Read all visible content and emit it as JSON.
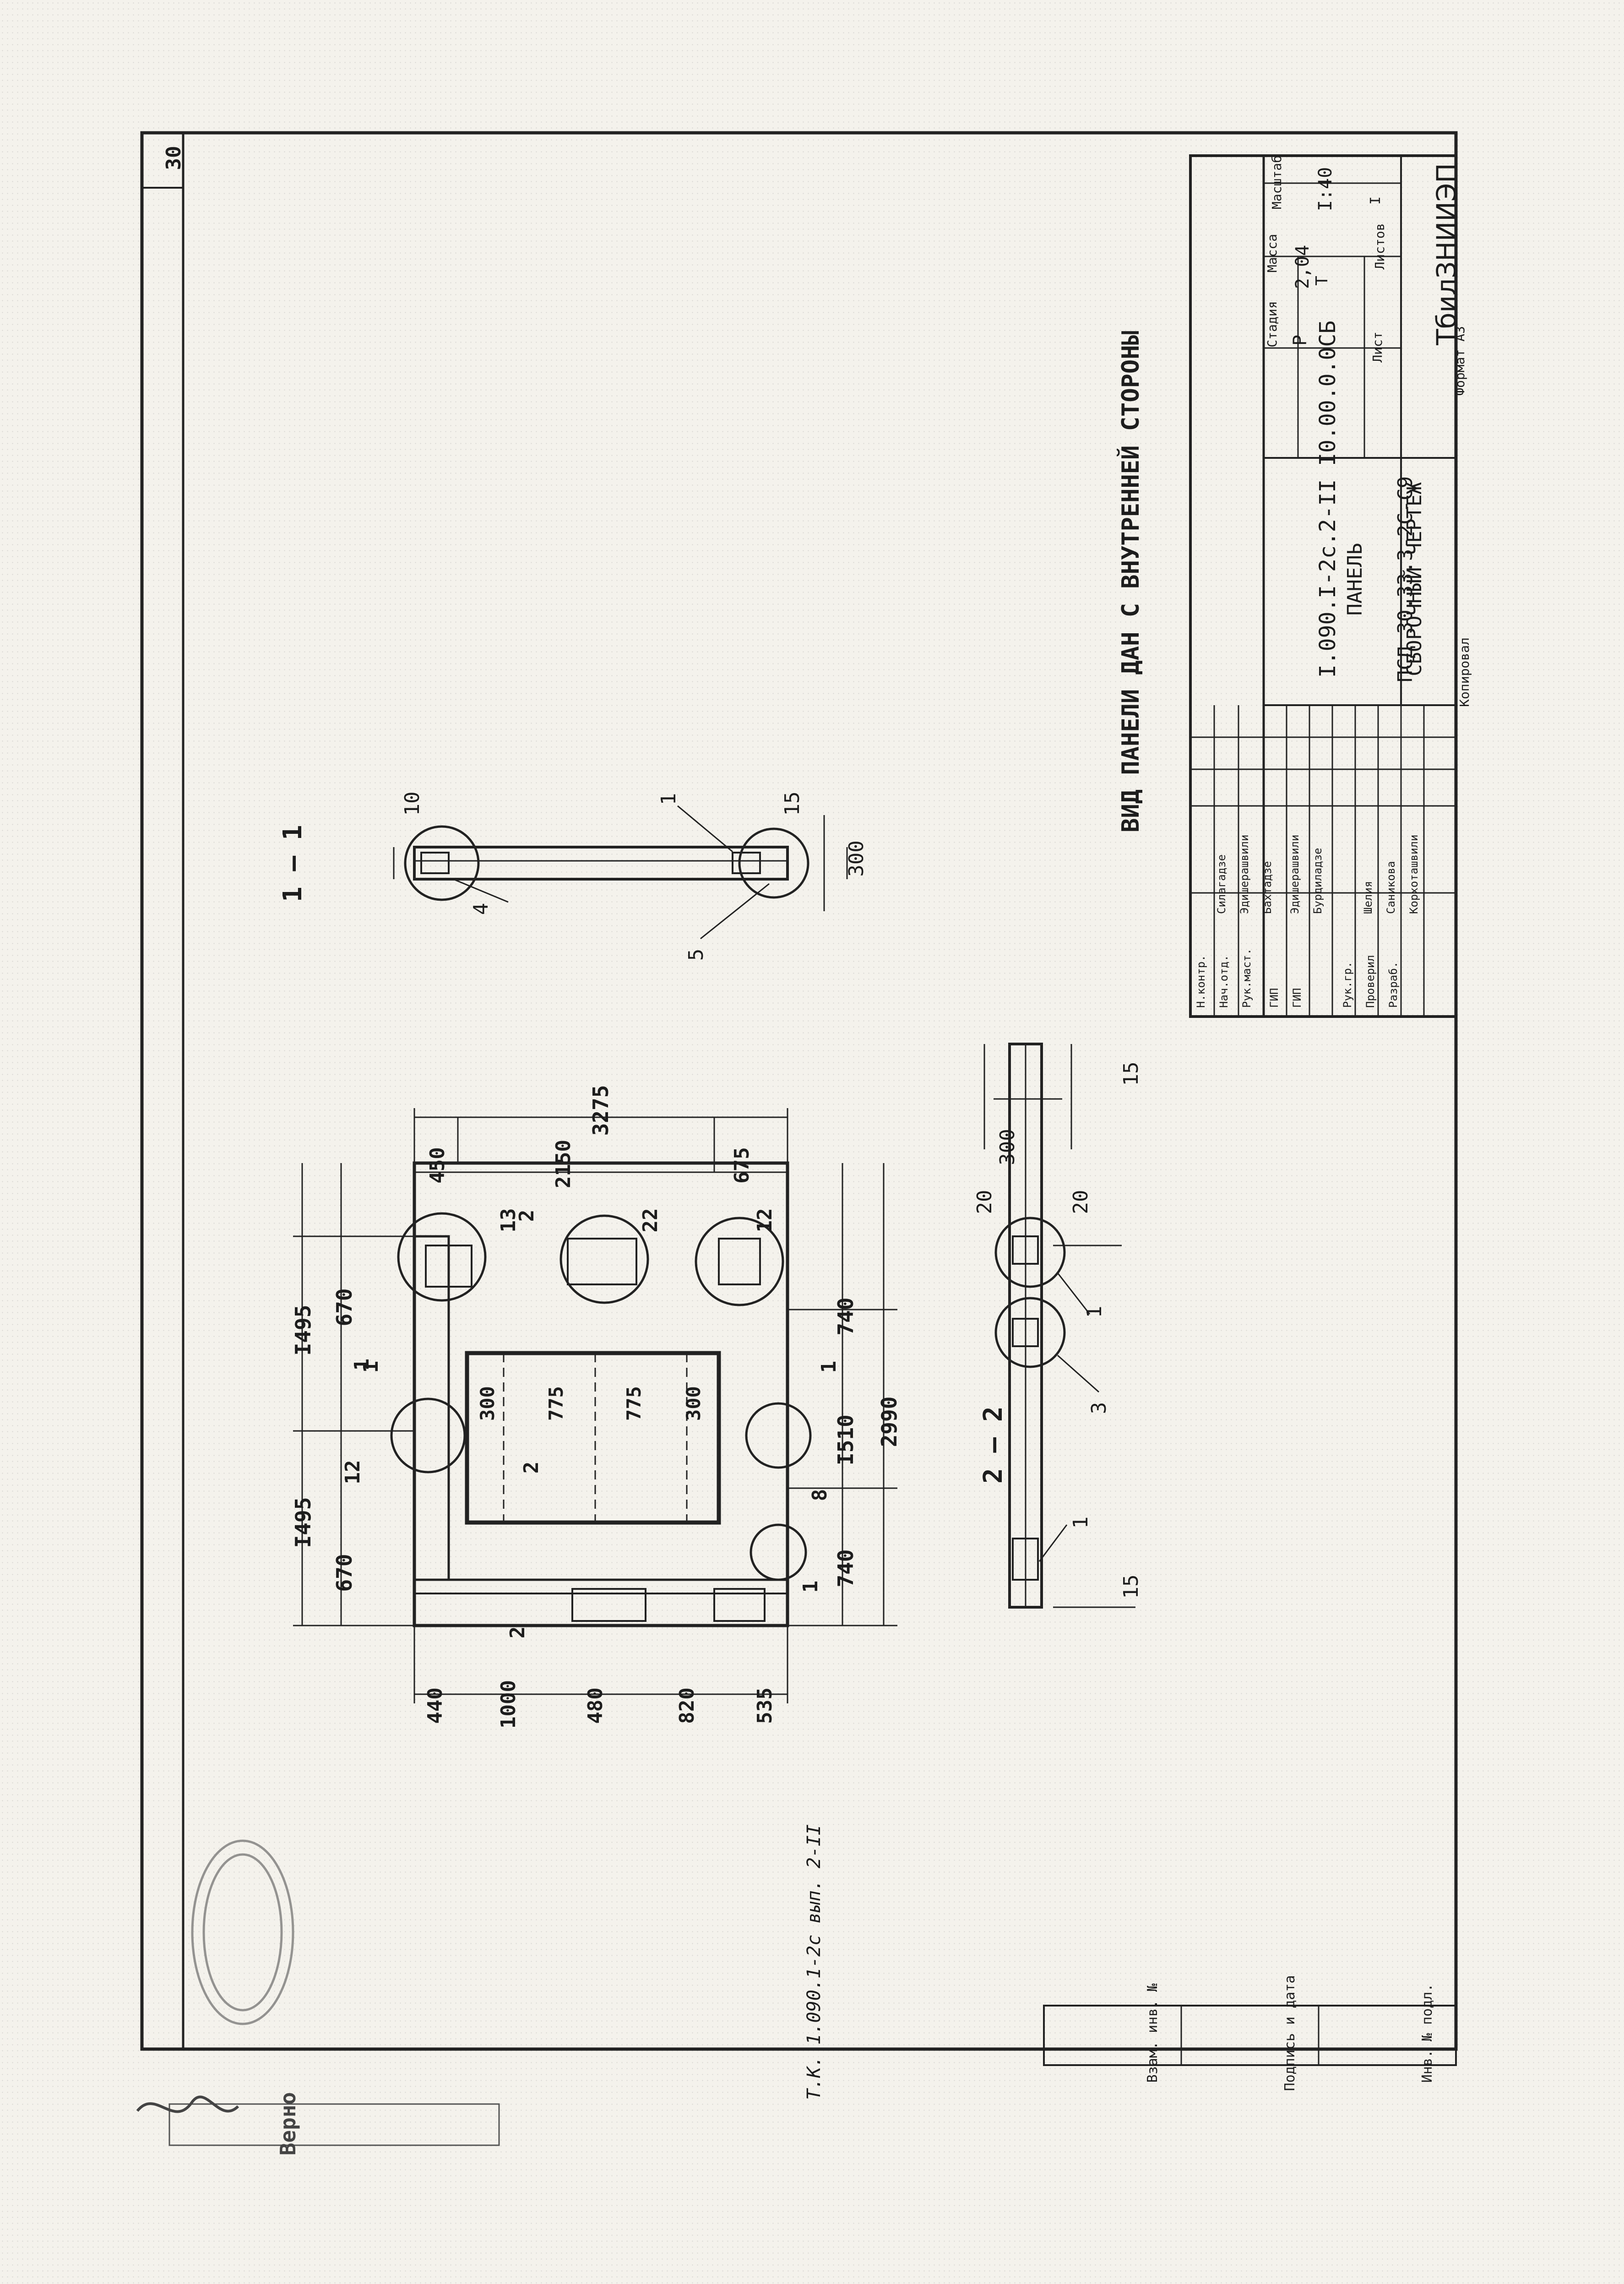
{
  "sheet_number": "30",
  "view_caption": "ВИД ПАНЕЛИ ДАН С ВНУТРЕННЕЙ СТОРОНЫ",
  "section_1": {
    "title": "1 – 1",
    "callouts": [
      "4",
      "5",
      "1"
    ],
    "dims": [
      "10",
      "15",
      "300"
    ]
  },
  "section_2": {
    "title": "2 – 2",
    "callouts": [
      "1",
      "3",
      "1"
    ],
    "dims": [
      "15",
      "15",
      "20",
      "20",
      "300"
    ]
  },
  "front_view": {
    "top_dims": [
      "I495",
      "I495",
      "670",
      "670"
    ],
    "bottom_dims": [
      "740",
      "I510",
      "740",
      "2990"
    ],
    "left_dims": [
      "440",
      "1000",
      "480",
      "820",
      "535"
    ],
    "right_dims": [
      "450",
      "2150",
      "675",
      "3275"
    ],
    "inner_dims": [
      "300",
      "775",
      "775",
      "300"
    ],
    "callouts": [
      "12",
      "13",
      "22",
      "12",
      "1",
      "2",
      "8",
      "1",
      "2",
      "2",
      "1",
      "1"
    ]
  },
  "title_block": {
    "doc_code": "I.090.I-2c.2-II I0.00.0.0CБ",
    "product": [
      "ПАНЕЛЬ",
      "ПСД 30.33.3-2С-С9",
      "СБОРОЧНЫЙ ЧЕРТЕЖ"
    ],
    "stage_header": "Стадия",
    "mass_header": "Масса",
    "scale_header": "Масштаб",
    "stage": "Р",
    "mass": "2,04",
    "mass_unit": "Т",
    "scale": "I:40",
    "sheet_label": "Лист",
    "sheets_label": "Листов",
    "sheets_value": "I",
    "org": "ТбилЗНИИЭП",
    "signers": [
      {
        "role": "Н.контр.",
        "name": "Силагадзе"
      },
      {
        "role": "Нач.отд.",
        "name": "Эдишерашвили"
      },
      {
        "role": "Рук.маст.",
        "name": "Бахтадзе"
      },
      {
        "role": "ГИП",
        "name": "Эдишерашвили"
      },
      {
        "role": "ГИП",
        "name": "Бурдиладзе"
      },
      {
        "role": "Рук.гр.",
        "name": "Шелия"
      },
      {
        "role": "Проверил",
        "name": "Саникова"
      },
      {
        "role": "Разраб.",
        "name": "Корхоташвили"
      }
    ],
    "copied": "Копировал",
    "format": "Формат А3"
  },
  "side_block": [
    "Инв. № подл.",
    "Подпись и дата",
    "Взам. инв. №"
  ],
  "album_note": "Т.К. 1.090.1-2с   вып. 2-II",
  "stamp_text": "Верно"
}
